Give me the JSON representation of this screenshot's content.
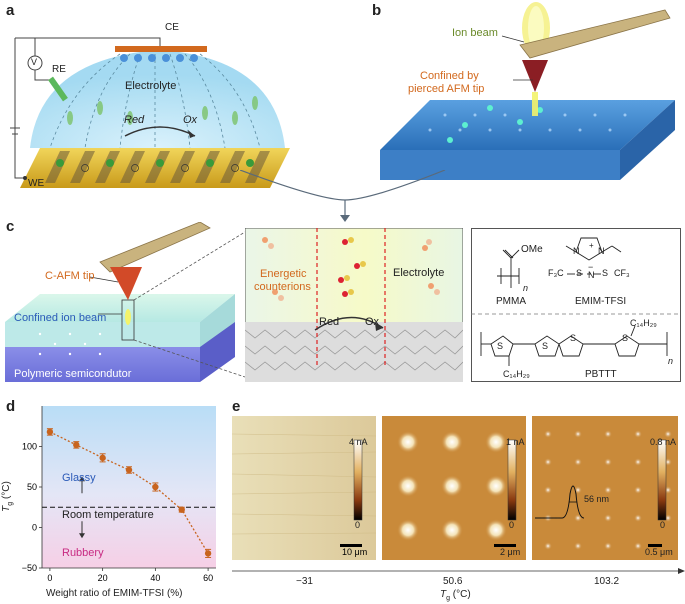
{
  "panels": {
    "a": {
      "label": "a",
      "ce": "CE",
      "v": "V",
      "re": "RE",
      "electrolyte": "Electrolyte",
      "red": "Red",
      "ox": "Ox",
      "we": "WE"
    },
    "b": {
      "label": "b",
      "ion_beam": "Ion beam",
      "confined_line1": "Confined by",
      "confined_line2": "pierced AFM tip"
    },
    "c": {
      "label": "c",
      "cafm_tip": "C-AFM tip",
      "confined_ion_beam": "Confined ion beam",
      "polymeric": "Polymeric semicondutor",
      "energetic_line1": "Energetic",
      "energetic_line2": "counterions",
      "electrolyte": "Electrolyte",
      "red": "Red",
      "ox": "Ox",
      "chem": {
        "ome": "OMe",
        "pmma": "PMMA",
        "emim": "EMIM-TFSI",
        "pbttt": "PBTTT",
        "f3c": "F₃C",
        "cf3": "CF₃",
        "s_left": "S",
        "s_right": "S",
        "n_center": "N",
        "n_top1": "N",
        "n_top2": "N",
        "plus": "+",
        "minus": "−",
        "n_sub": "n",
        "c14h29_top": "C₁₄H₂₉",
        "c14h29_bot": "C₁₄H₂₉",
        "s1": "S",
        "s2": "S",
        "s3": "S",
        "s4": "S"
      }
    },
    "d": {
      "label": "d",
      "glassy": "Glassy",
      "room_temperature": "Room temperature",
      "rubbery": "Rubbery"
    },
    "e": {
      "label": "e",
      "images": [
        {
          "scale_max": "4 nA",
          "scale_min": "0",
          "scale_bar": "10 μm"
        },
        {
          "scale_max": "1 nA",
          "scale_min": "0",
          "scale_bar": "2 μm"
        },
        {
          "scale_max": "0.8 nA",
          "scale_min": "0",
          "scale_bar": "0.5 μm",
          "annotation": "56 nm"
        }
      ],
      "axis_ticks": [
        "−31",
        "50.6",
        "103.2"
      ],
      "axis_label_main": "T",
      "axis_label_sub": "g",
      "axis_label_unit": " (°C)"
    }
  },
  "chart_data": {
    "type": "line",
    "xlabel": "Weight ratio of EMIM-TFSI (%)",
    "ylabel_main": "T",
    "ylabel_sub": "g",
    "ylabel_unit": " (°C)",
    "xlim": [
      -3,
      63
    ],
    "ylim": [
      -50,
      150
    ],
    "xticks": [
      0,
      20,
      40,
      60
    ],
    "yticks": [
      -50,
      0,
      50,
      100
    ],
    "x": [
      0,
      10,
      20,
      30,
      40,
      50,
      60
    ],
    "y": [
      118,
      102,
      86,
      71,
      50,
      22,
      -32
    ],
    "err": [
      4,
      4,
      5,
      4,
      5,
      3,
      5
    ],
    "reference_line_y": 25,
    "color": "#c8641e"
  }
}
